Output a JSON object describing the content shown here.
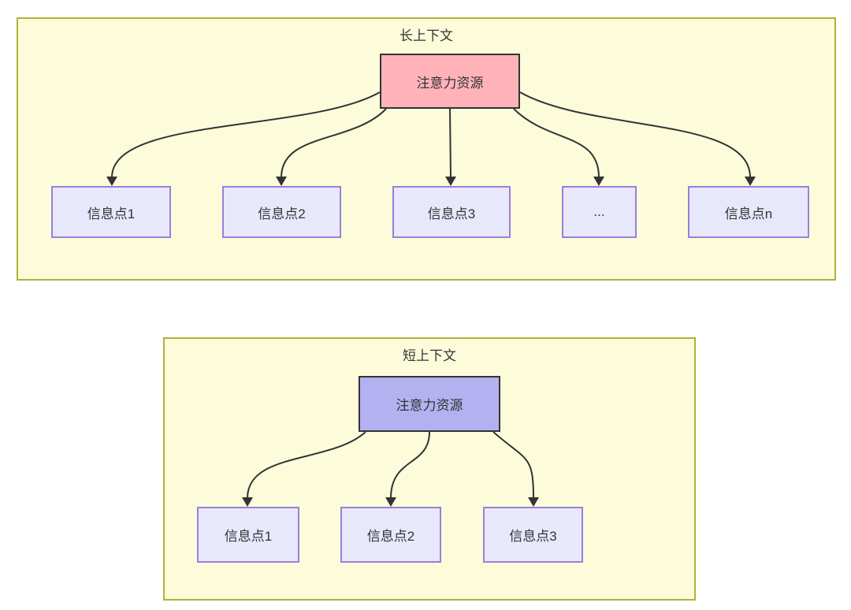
{
  "colors": {
    "page_background": "#ffffff",
    "panel_fill": "#fcfcdb",
    "panel_border": "#b1b13b",
    "long_source_fill": "#ffb3b9",
    "short_source_fill": "#b3b1f0",
    "source_border": "#333333",
    "target_fill": "#e8e8fd",
    "target_border": "#9b7ed8",
    "text": "#333333",
    "arrow": "#333333"
  },
  "long_context": {
    "title": "长上下文",
    "source_label": "注意力资源",
    "targets": [
      {
        "label": "信息点1"
      },
      {
        "label": "信息点2"
      },
      {
        "label": "信息点3"
      },
      {
        "label": "..."
      },
      {
        "label": "信息点n"
      }
    ]
  },
  "short_context": {
    "title": "短上下文",
    "source_label": "注意力资源",
    "targets": [
      {
        "label": "信息点1"
      },
      {
        "label": "信息点2"
      },
      {
        "label": "信息点3"
      }
    ]
  }
}
